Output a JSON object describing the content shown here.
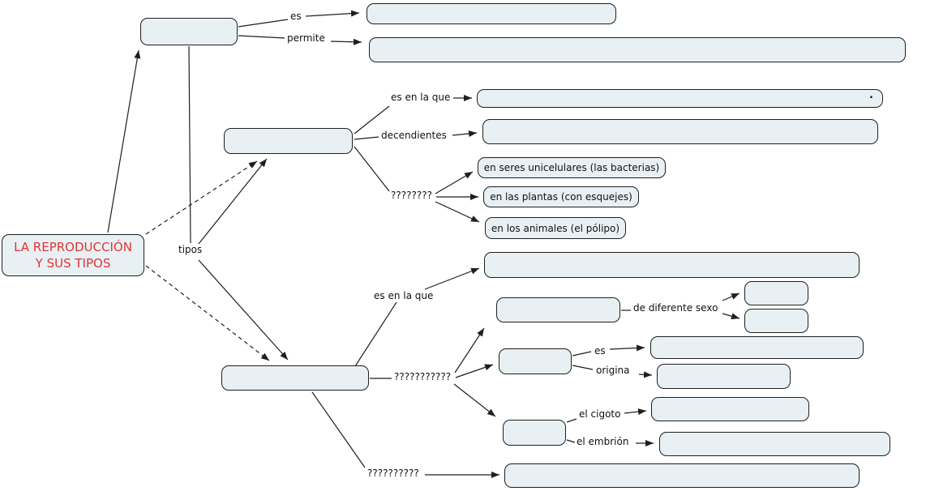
{
  "colors": {
    "background": "#ffffff",
    "box_fill": "#e8f0f4",
    "box_border": "#1f1f1f",
    "line": "#1f1f1f",
    "accent_red": "#e03434"
  },
  "root_node": {
    "line1": "LA REPRODUCCIÓN",
    "line2": "Y SUS TIPOS"
  },
  "labels": {
    "es_top": "es",
    "permite": "permite",
    "es_en_la_que_asexual": "es en la que",
    "decendientes": "decendientes",
    "q_8": "????????",
    "tipos": "tipos",
    "es_en_la_que_sexual": "es en la que",
    "de_diferente_sexo": "de diferente sexo",
    "q_11": "???????????",
    "es_small": "es",
    "origina": "origina",
    "el_cigoto": "el cigoto",
    "el_embrion": "el embrión",
    "q_10": "??????????"
  },
  "example_boxes": {
    "unicelulares": "en seres unicelulares (las bacterias)",
    "plantas": "en las plantas (con esquejes)",
    "animales": "en los animales (el pólipo)"
  },
  "placeholder_dot": "·"
}
